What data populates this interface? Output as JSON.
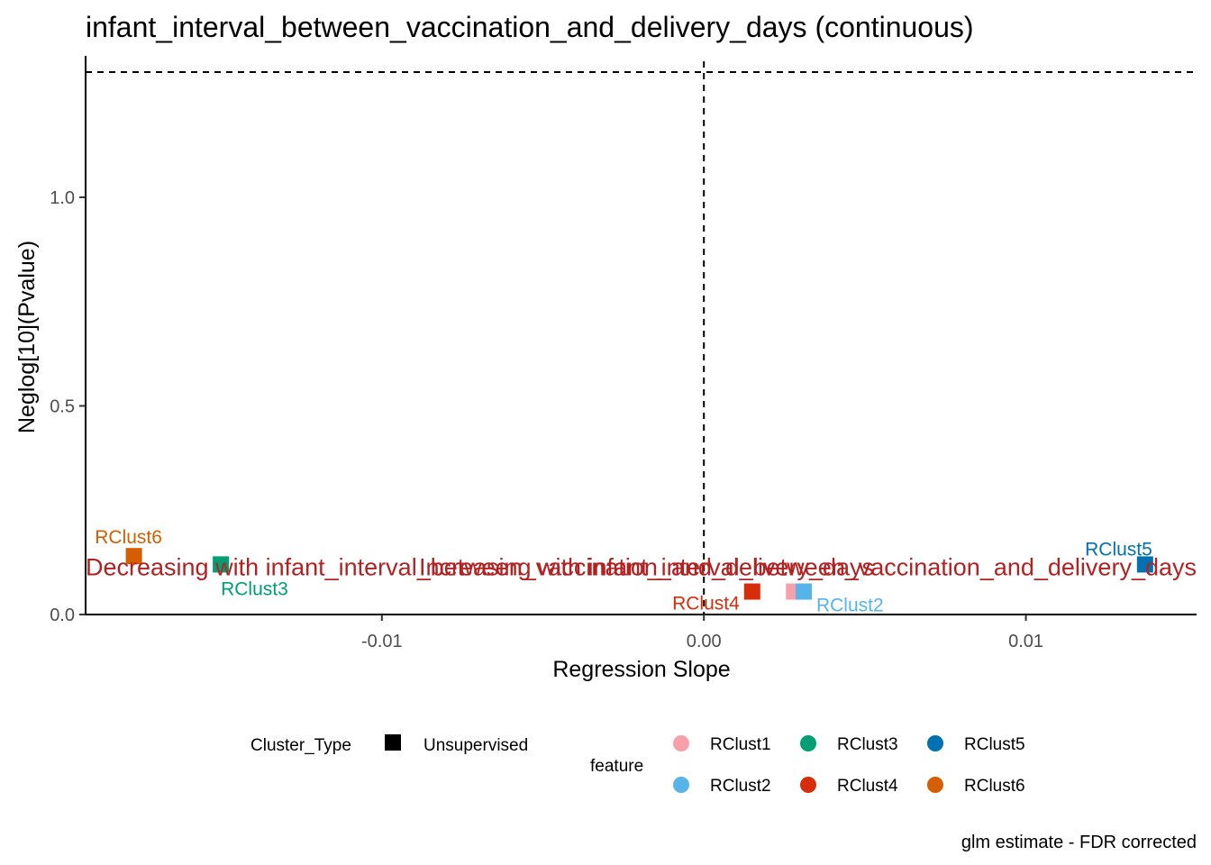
{
  "chart_data": {
    "type": "scatter",
    "title": "infant_interval_between_vaccination_and_delivery_days (continuous)",
    "xlabel": "Regression Slope",
    "ylabel": "Neglog[10](Pvalue)",
    "caption": "glm estimate - FDR corrected",
    "xlim": [
      -0.0192,
      0.0153
    ],
    "ylim": [
      0,
      1.3
    ],
    "xticks": [
      {
        "value": -0.01,
        "label": "-0.01"
      },
      {
        "value": 0.0,
        "label": "0.00"
      },
      {
        "value": 0.01,
        "label": "0.01"
      }
    ],
    "yticks": [
      {
        "value": 0.0,
        "label": "0.0"
      },
      {
        "value": 0.5,
        "label": "0.5"
      },
      {
        "value": 1.0,
        "label": "1.0"
      }
    ],
    "reference_lines": {
      "vertical_x": 0.0,
      "horizontal_y": 1.3,
      "style": "dashed"
    },
    "grid": false,
    "points": [
      {
        "feature": "RClust1",
        "x": 0.0028,
        "y": 0.055,
        "color": "#F8A0AA",
        "label": ""
      },
      {
        "feature": "RClust2",
        "x": 0.0031,
        "y": 0.055,
        "color": "#56B4E9",
        "label": "RClust2"
      },
      {
        "feature": "RClust3",
        "x": -0.015,
        "y": 0.12,
        "color": "#009E73",
        "label": "RClust3"
      },
      {
        "feature": "RClust4",
        "x": 0.0015,
        "y": 0.055,
        "color": "#D62D0B",
        "label": "RClust4"
      },
      {
        "feature": "RClust5",
        "x": 0.0137,
        "y": 0.12,
        "color": "#0072B2",
        "label": "RClust5"
      },
      {
        "feature": "RClust6",
        "x": -0.0177,
        "y": 0.14,
        "color": "#D55E00",
        "label": "RClust6"
      }
    ],
    "annotations": [
      {
        "text": "Decreasing with infant_interval_between_vaccination_and_delivery_days",
        "x": -0.0192,
        "y": 0.115,
        "anchor": "start",
        "color": "#B22222"
      },
      {
        "text": "Increasing with infant_interval_between_vaccination_and_delivery_days",
        "x": 0.0153,
        "y": 0.115,
        "anchor": "end",
        "color": "#B22222"
      }
    ],
    "legend": {
      "position": "bottom",
      "shape_title": "Cluster_Type",
      "shape_items": [
        {
          "label": "Unsupervised",
          "color": "#000000"
        }
      ],
      "color_title": "feature",
      "color_items": [
        {
          "label": "RClust1",
          "color": "#F8A0AA"
        },
        {
          "label": "RClust3",
          "color": "#009E73"
        },
        {
          "label": "RClust5",
          "color": "#0072B2"
        },
        {
          "label": "RClust2",
          "color": "#56B4E9"
        },
        {
          "label": "RClust4",
          "color": "#D62D0B"
        },
        {
          "label": "RClust6",
          "color": "#D55E00"
        }
      ]
    }
  }
}
